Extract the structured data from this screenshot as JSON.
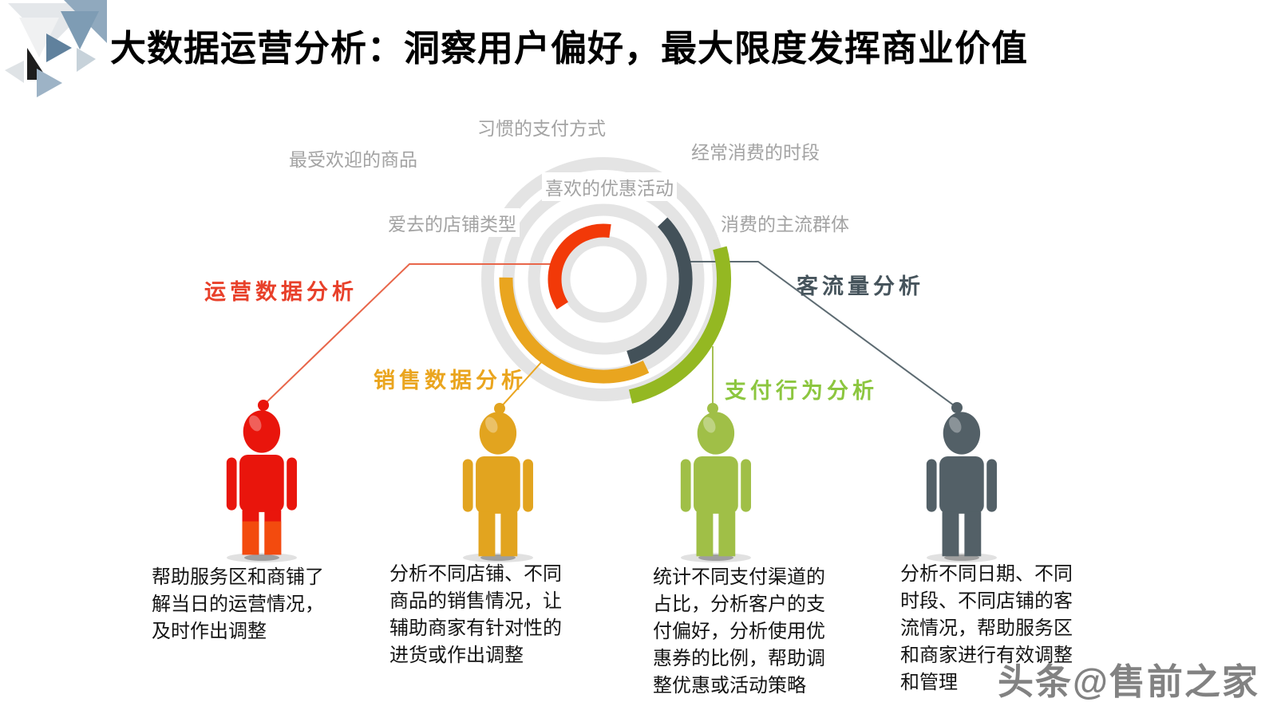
{
  "slide": {
    "title": "大数据运营分析：洞察用户偏好，最大限度发挥商业价值",
    "watermark": "头条@售前之家"
  },
  "ring_labels": [
    {
      "text": "习惯的支付方式"
    },
    {
      "text": "最受欢迎的商品"
    },
    {
      "text": "经常消费的时段"
    },
    {
      "text": "喜欢的优惠活动"
    },
    {
      "text": "爱去的店铺类型"
    },
    {
      "text": "消费的主流群体"
    }
  ],
  "categories": [
    {
      "name": "运营数据分析",
      "color": "#e8402a",
      "description": "帮助服务区和商铺了解当日的运营情况，及时作出调整"
    },
    {
      "name": "销售数据分析",
      "color": "#eaa51f",
      "description": "分析不同店铺、不同商品的销售情况，让辅助商家有针对性的进货或作出调整"
    },
    {
      "name": "支付行为分析",
      "color": "#8cc63f",
      "description": "统计不同支付渠道的占比，分析客户的支付偏好，分析使用优惠券的比例，帮助调整优惠或活动策略"
    },
    {
      "name": "客流量分析",
      "color": "#46545c",
      "description": "分析不同日期、不同时段、不同店铺的客流情况，帮助服务区和商家进行有效调整和管理"
    }
  ],
  "colors": {
    "arc_red": "#f23908",
    "arc_yellow": "#e9a51f",
    "arc_green": "#94b822",
    "arc_slate": "#435159",
    "ring_gray": "#e4e4e4",
    "label_gray": "#a3a3a3",
    "person_red": "#e9150c",
    "person_red_leg": "#f34b0e",
    "person_yellow": "#e2a41f",
    "person_green": "#a0bf47",
    "person_slate": "#536067",
    "title_black": "#000000"
  }
}
